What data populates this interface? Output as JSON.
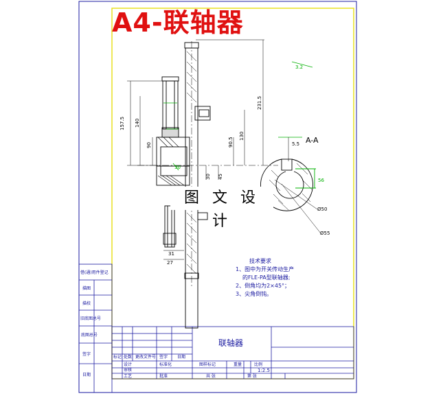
{
  "banner": {
    "title": "A4-联轴器",
    "color": "#e01010"
  },
  "watermark": "图 文 设 计",
  "section": {
    "label": "A-A",
    "dims": [
      "5.5",
      "56",
      "Ø50",
      "Ø55"
    ]
  },
  "dimensions": {
    "vertical": [
      "157.5",
      "140",
      "90",
      "231.5",
      "130",
      "90.5",
      "30",
      "45"
    ],
    "bottom": [
      "31",
      "27"
    ],
    "misc": [
      "30",
      "3.2"
    ]
  },
  "notes": {
    "title": "技术要求",
    "items": [
      "1、图中为开关传动生产",
      "的FLE-PA型联轴器;",
      "2、倒角均为2×45°；",
      "3、尖角倒钝。"
    ]
  },
  "title_block": {
    "part_name": "联轴器",
    "scale": "1:2.5",
    "headers": [
      "图样标记",
      "重量",
      "比例"
    ],
    "sheets": [
      "共 张",
      "第 张"
    ],
    "left_column": [
      "借(通)用件登记",
      "描图",
      "描校",
      "旧底图总号",
      "底图总号",
      "签字",
      "日期"
    ],
    "bottom_labels": [
      "标记",
      "处数",
      "更改文件号",
      "签字",
      "日期",
      "设计",
      "审核",
      "工艺",
      "标准化",
      "批准"
    ]
  },
  "colors": {
    "drawing": "#000000",
    "annotation": "#1a1aa0",
    "dimension_green": "#00b000",
    "frame": "#1a1aa0"
  }
}
